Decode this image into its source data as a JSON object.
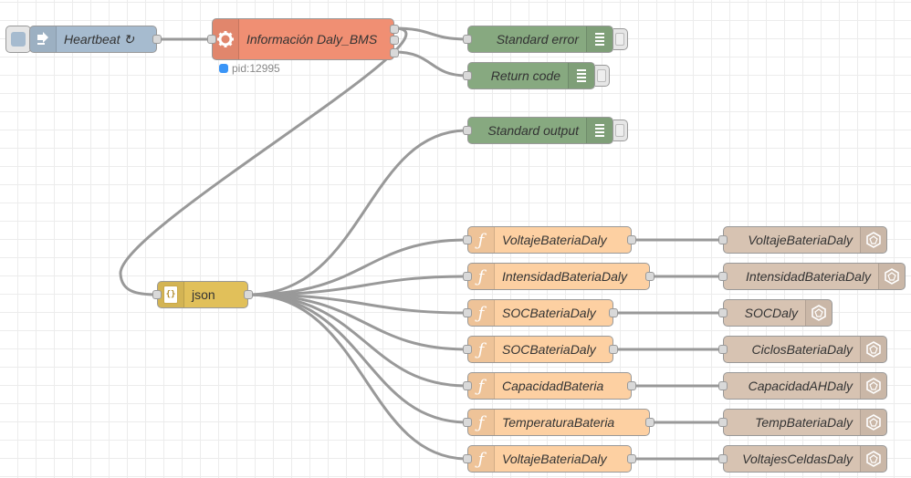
{
  "colors": {
    "inject": "#a6bbcf",
    "exec": "#f08f73",
    "debug": "#87a980",
    "json": "#e1c05a",
    "function": "#fdd0a2",
    "gauge": "#d7c3b2",
    "wire": "#999999",
    "status_dot": "#3a95f7"
  },
  "nodes": {
    "heartbeat": {
      "label": "Heartbeat ↻",
      "icon": "inject-icon"
    },
    "exec": {
      "label": "Información Daly_BMS",
      "icon": "gear-icon",
      "status": "pid:12995"
    },
    "debug_error": {
      "label": "Standard error",
      "icon": "debug-icon"
    },
    "debug_return": {
      "label": "Return code",
      "icon": "debug-icon"
    },
    "debug_output": {
      "label": "Standard output",
      "icon": "debug-icon"
    },
    "json": {
      "label": "json",
      "icon": "json-icon"
    },
    "functions": [
      {
        "label": "VoltajeBateriaDaly"
      },
      {
        "label": "IntensidadBateriaDaly"
      },
      {
        "label": "SOCBateriaDaly"
      },
      {
        "label": "SOCBateriaDaly"
      },
      {
        "label": "CapacidadBateria"
      },
      {
        "label": "TemperaturaBateria"
      },
      {
        "label": "VoltajeBateriaDaly"
      }
    ],
    "outputs": [
      {
        "label": "VoltajeBateriaDaly"
      },
      {
        "label": "IntensidadBateriaDaly"
      },
      {
        "label": "SOCDaly"
      },
      {
        "label": "CiclosBateriaDaly"
      },
      {
        "label": "CapacidadAHDaly"
      },
      {
        "label": "TempBateriaDaly"
      },
      {
        "label": "VoltajesCeldasDaly"
      }
    ]
  }
}
